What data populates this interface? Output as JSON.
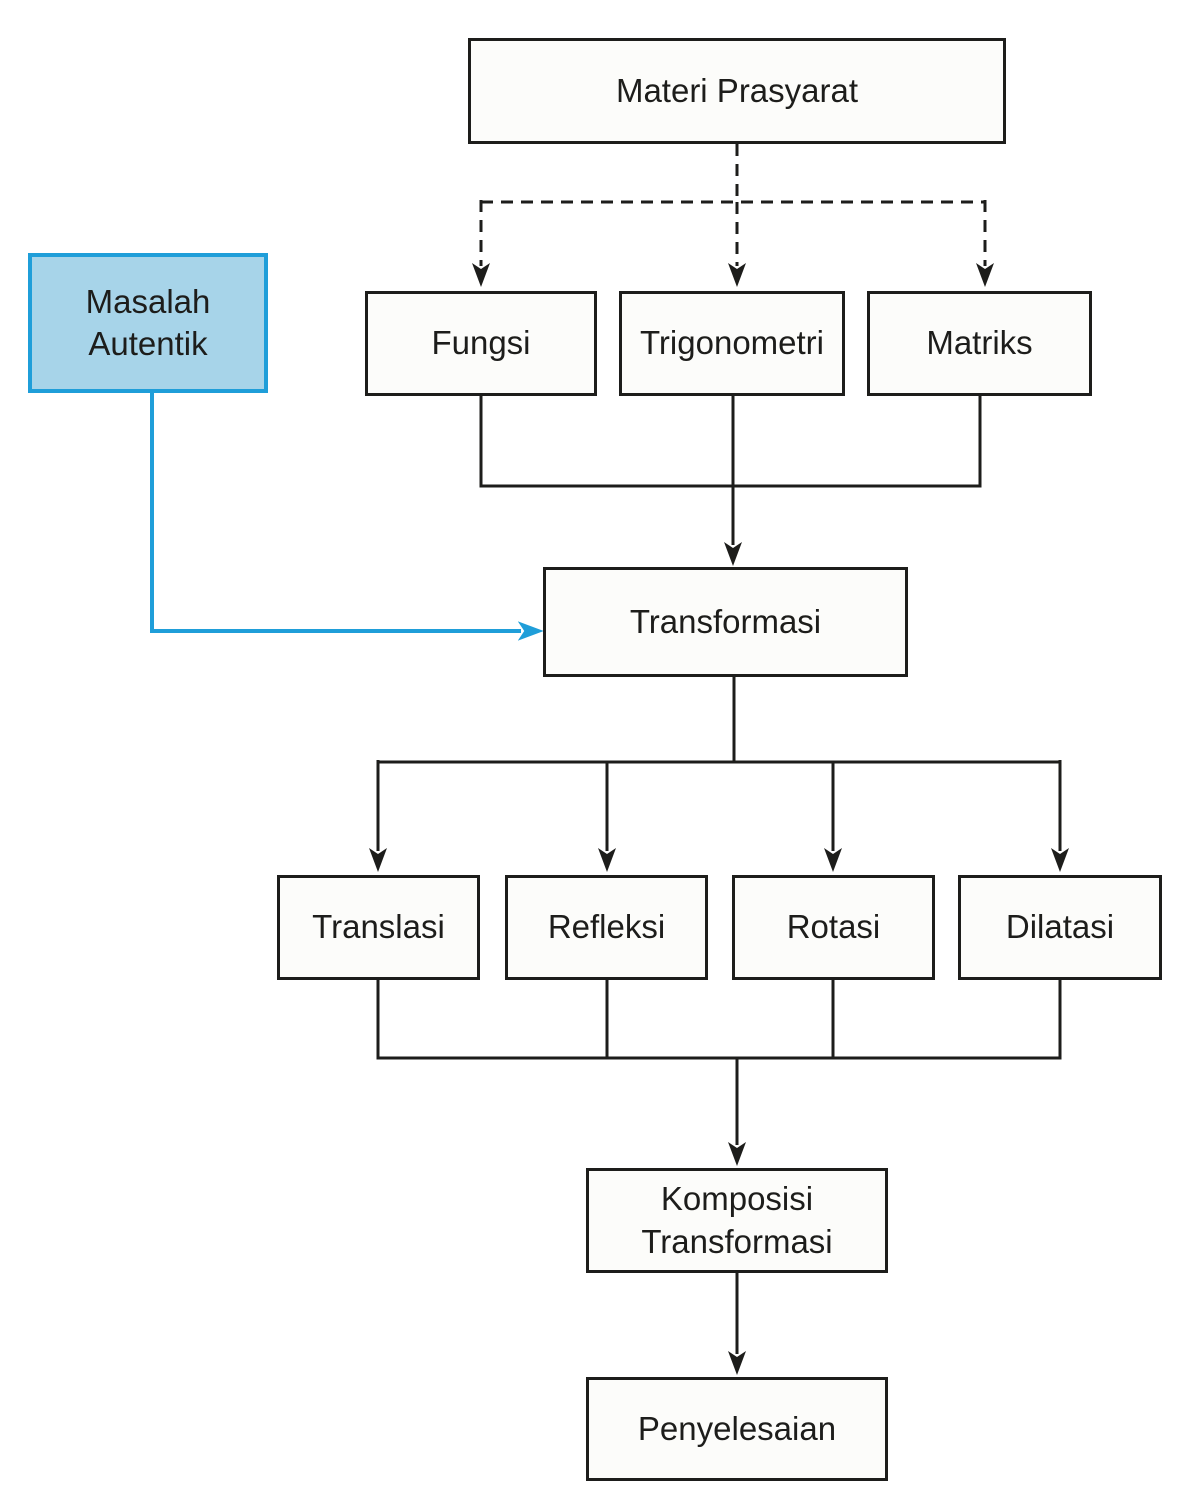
{
  "colors": {
    "ink": "#1d1d1b",
    "box-fill": "#fcfcfa",
    "accent-blue": "#1f9ed9",
    "accent-blue-fill": "#a7d4e9",
    "page-bg": "#ffffff"
  },
  "nodes": {
    "materi": {
      "label": "Materi Prasyarat"
    },
    "masalah": {
      "label": "Masalah\nAutentik"
    },
    "fungsi": {
      "label": "Fungsi"
    },
    "trigonometri": {
      "label": "Trigonometri"
    },
    "matriks": {
      "label": "Matriks"
    },
    "transformasi": {
      "label": "Transformasi"
    },
    "translasi": {
      "label": "Translasi"
    },
    "refleksi": {
      "label": "Refleksi"
    },
    "rotasi": {
      "label": "Rotasi"
    },
    "dilatasi": {
      "label": "Dilatasi"
    },
    "komposisi": {
      "label": "Komposisi\nTransformasi"
    },
    "penyelesaian": {
      "label": "Penyelesaian"
    }
  },
  "edges": [
    {
      "from": "materi",
      "to": "fungsi",
      "style": "dashed-arrow"
    },
    {
      "from": "materi",
      "to": "trigonometri",
      "style": "dashed-arrow"
    },
    {
      "from": "materi",
      "to": "matriks",
      "style": "dashed-arrow"
    },
    {
      "from": "fungsi",
      "to": "transformasi",
      "style": "solid"
    },
    {
      "from": "trigonometri",
      "to": "transformasi",
      "style": "solid-arrow"
    },
    {
      "from": "matriks",
      "to": "transformasi",
      "style": "solid"
    },
    {
      "from": "masalah",
      "to": "transformasi",
      "style": "blue-arrow"
    },
    {
      "from": "transformasi",
      "to": "translasi",
      "style": "solid-arrow"
    },
    {
      "from": "transformasi",
      "to": "refleksi",
      "style": "solid-arrow"
    },
    {
      "from": "transformasi",
      "to": "rotasi",
      "style": "solid-arrow"
    },
    {
      "from": "transformasi",
      "to": "dilatasi",
      "style": "solid-arrow"
    },
    {
      "from": "translasi",
      "to": "komposisi",
      "style": "solid"
    },
    {
      "from": "refleksi",
      "to": "komposisi",
      "style": "solid"
    },
    {
      "from": "rotasi",
      "to": "komposisi",
      "style": "solid"
    },
    {
      "from": "dilatasi",
      "to": "komposisi",
      "style": "solid-arrow"
    },
    {
      "from": "komposisi",
      "to": "penyelesaian",
      "style": "solid-arrow"
    }
  ]
}
